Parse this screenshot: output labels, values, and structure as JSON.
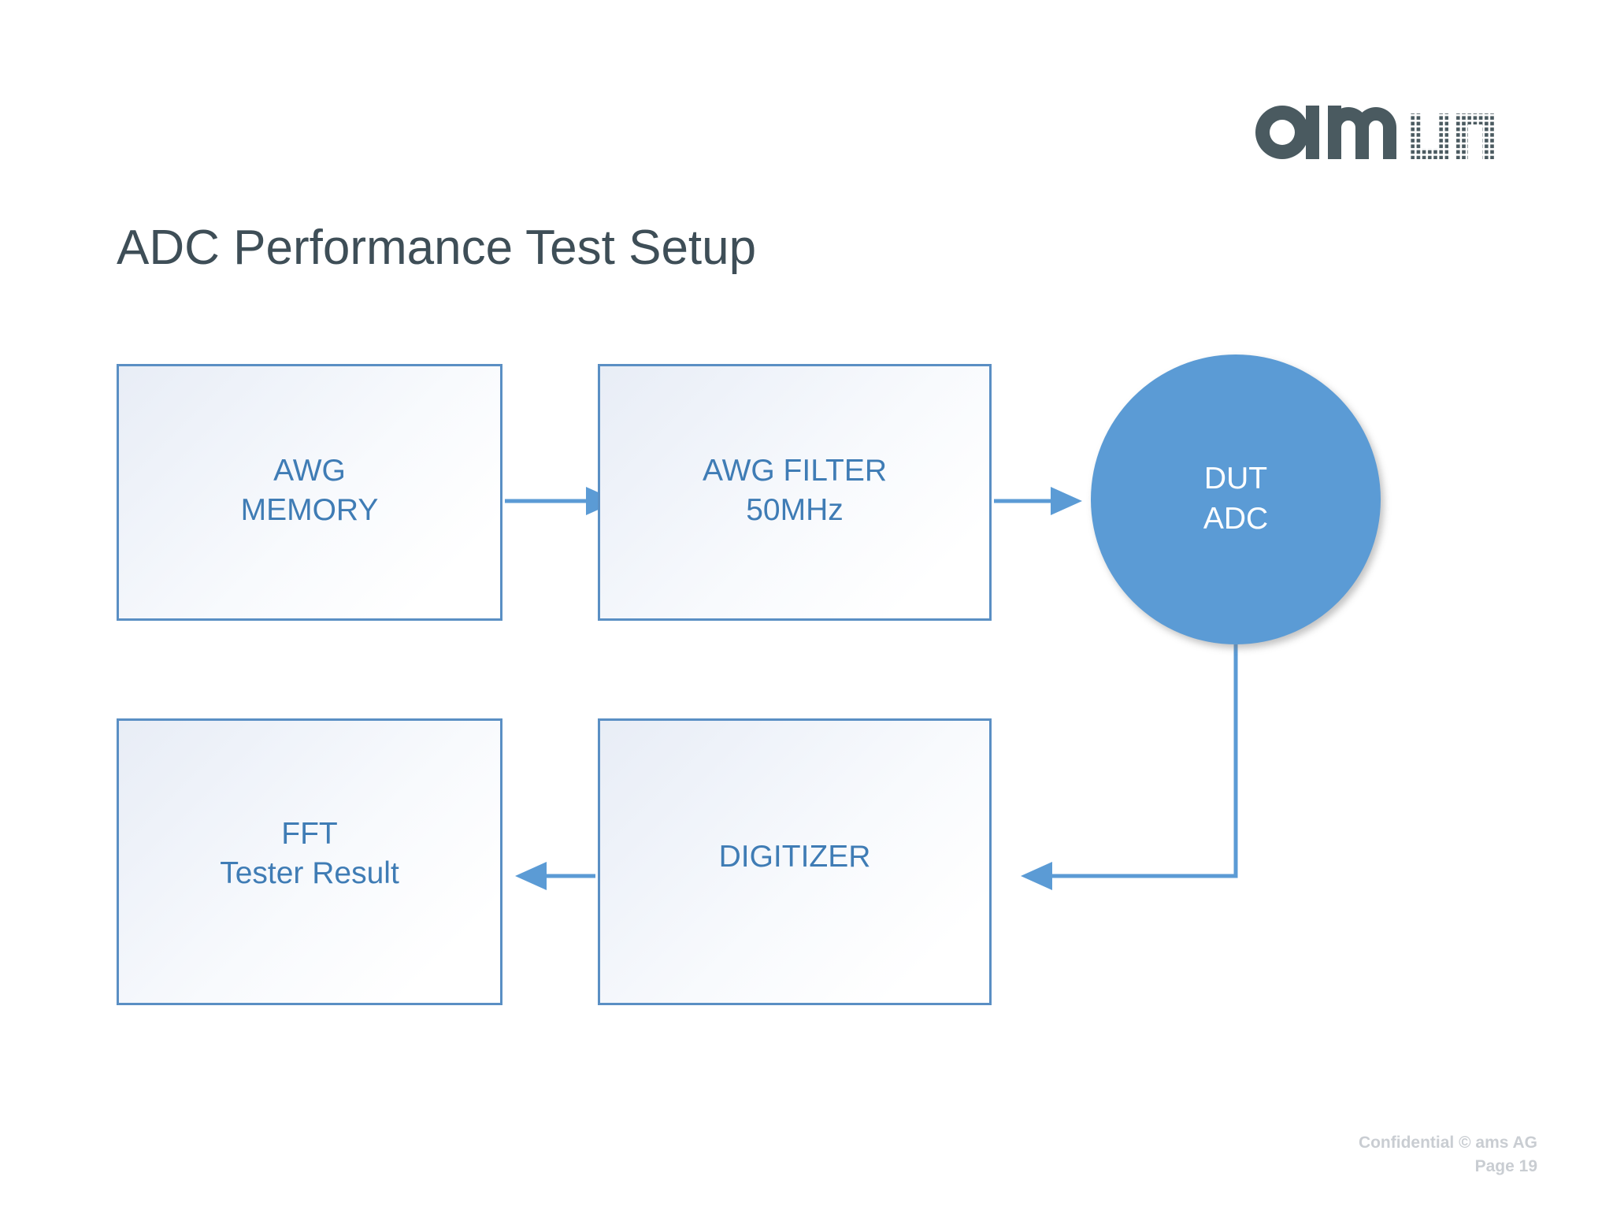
{
  "slide": {
    "title": "ADC Performance Test Setup",
    "brand": {
      "logo_name": "ams-logo",
      "logo_text_solid": "am",
      "logo_text_dotted": "s"
    },
    "colors": {
      "title_text": "#3e4e57",
      "box_border": "#5a8fc4",
      "box_text": "#3f7cb5",
      "accent_blue": "#5b9bd5",
      "connector": "#5b9bd5",
      "circle_fill": "#5b9bd5",
      "circle_text": "#ffffff",
      "footer_text": "#c9cdd2",
      "background": "#ffffff"
    },
    "nodes": [
      {
        "id": "awg-memory",
        "shape": "rectangle",
        "lines": [
          "AWG",
          "MEMORY"
        ]
      },
      {
        "id": "awg-filter",
        "shape": "rectangle",
        "lines": [
          "AWG FILTER",
          "50MHz"
        ]
      },
      {
        "id": "dut-adc",
        "shape": "circle",
        "lines": [
          "DUT",
          "ADC"
        ]
      },
      {
        "id": "digitizer",
        "shape": "rectangle",
        "lines": [
          "DIGITIZER"
        ]
      },
      {
        "id": "fft",
        "shape": "rectangle",
        "lines": [
          "FFT",
          "Tester Result"
        ]
      }
    ],
    "connectors": [
      {
        "id": "awg-memory-to-awg-filter",
        "from": "awg-memory",
        "to": "awg-filter",
        "style": "straight-arrow",
        "direction": "right"
      },
      {
        "id": "awg-filter-to-dut",
        "from": "awg-filter",
        "to": "dut-adc",
        "style": "straight-arrow",
        "direction": "right"
      },
      {
        "id": "dut-to-digitizer",
        "from": "dut-adc",
        "to": "digitizer",
        "style": "elbow-arrow",
        "direction": "down-left"
      },
      {
        "id": "digitizer-to-fft",
        "from": "digitizer",
        "to": "fft",
        "style": "straight-arrow",
        "direction": "left"
      }
    ],
    "footer": {
      "confidential": "Confidential © ams AG",
      "page": "Page 19"
    }
  }
}
